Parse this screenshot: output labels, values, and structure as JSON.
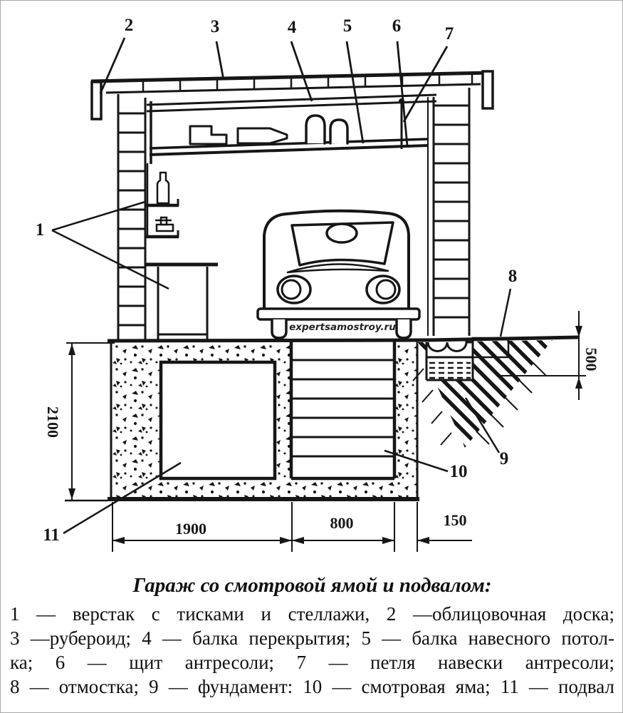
{
  "colors": {
    "ink": "#161616",
    "paper": "#ffffff",
    "frame": "#a8a8a8"
  },
  "diagram": {
    "watermark": "expertsamostroy.ru",
    "callouts": {
      "1": "1",
      "2": "2",
      "3": "3",
      "4": "4",
      "5": "5",
      "6": "6",
      "7": "7",
      "8": "8",
      "9": "9",
      "10": "10",
      "11": "11"
    },
    "dimensions": {
      "basement_depth": "2100",
      "foundation_depth": "500",
      "basement_width": "1900",
      "pit_width": "800",
      "pit_wall": "150"
    }
  },
  "caption": {
    "title": "Гараж со смотровой ямой и подвалом:",
    "legend_lines": [
      "1 — верстак с тисками и стеллажи, 2 —облицовочная доска;",
      "3 —рубероид; 4 — балка перекрытия; 5 — балка навесного потол-",
      "ка; 6 — щит антресоли; 7 — петля навески антресоли;",
      "8 — отмостка; 9 — фундамент: 10 — смотровая яма; 11 — подвал"
    ]
  }
}
